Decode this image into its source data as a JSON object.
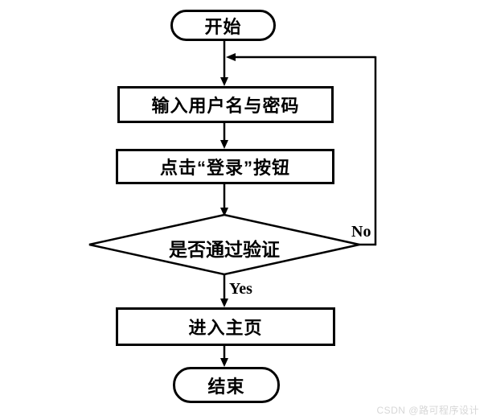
{
  "flowchart": {
    "title": "login-flow",
    "nodes": {
      "start": {
        "label": "开始",
        "type": "terminator"
      },
      "input": {
        "label": "输入用户名与密码",
        "type": "process"
      },
      "click": {
        "label": "点击“登录”按钮",
        "type": "process"
      },
      "verify": {
        "label": "是否通过验证",
        "type": "decision"
      },
      "home": {
        "label": "进入主页",
        "type": "process"
      },
      "end": {
        "label": "结束",
        "type": "terminator"
      }
    },
    "edges": {
      "yes_label": "Yes",
      "no_label": "No"
    },
    "colors": {
      "line": "#000000",
      "background": "#ffffff",
      "watermark": "#d7d7d7"
    }
  },
  "watermark": {
    "text": "CSDN @路可程序设计"
  }
}
